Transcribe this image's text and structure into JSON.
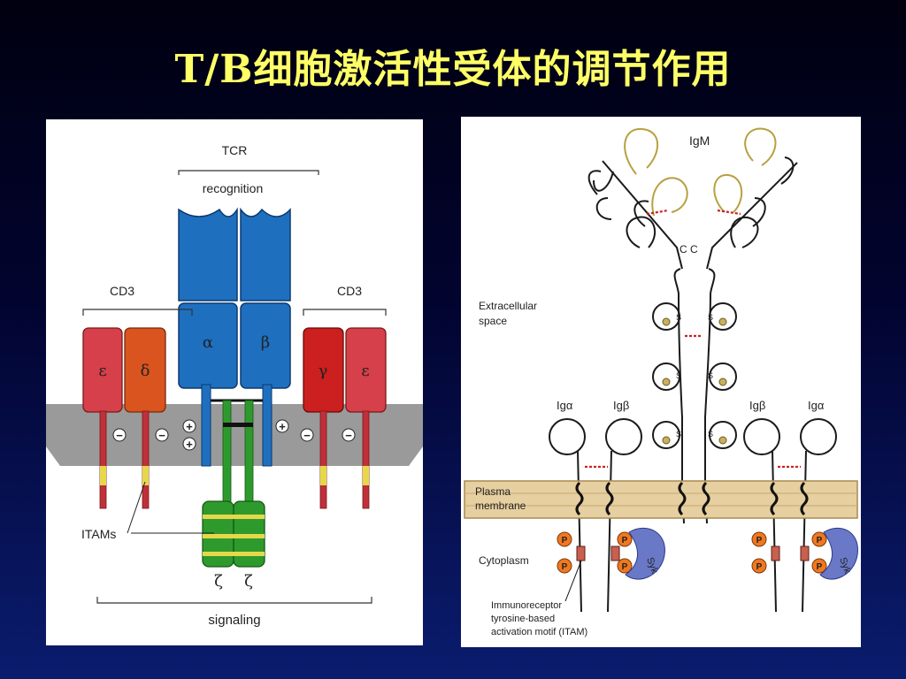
{
  "slide": {
    "title": "T/B细胞激活性受体的调节作用"
  },
  "tcr_diagram": {
    "tcr_label": "TCR",
    "recognition_label": "recognition",
    "cd3_left_label": "CD3",
    "cd3_right_label": "CD3",
    "alpha_label": "α",
    "beta_label": "β",
    "epsilon_left_label": "ε",
    "delta_label": "δ",
    "gamma_label": "γ",
    "epsilon_right_label": "ε",
    "zeta_left_label": "ζ",
    "zeta_right_label": "ζ",
    "itams_label": "ITAMs",
    "signaling_label": "signaling",
    "plus_symbol": "+",
    "minus_symbol": "−",
    "colors": {
      "tcr_blue": "#1f6fbf",
      "cd3_red": "#d6404a",
      "delta_orange": "#d9541e",
      "gamma_red": "#cc1f1f",
      "zeta_green": "#2e9a2e",
      "itam_yellow": "#e6d84a",
      "membrane": "#9a9a9a"
    }
  },
  "bcr_diagram": {
    "igm_label": "IgM",
    "cc_label": "C C",
    "extracellular_label_1": "Extracellular",
    "extracellular_label_2": "space",
    "ig_alpha_left_label": "Igα",
    "ig_beta_left_label": "Igβ",
    "ig_beta_right_label": "Igβ",
    "ig_alpha_right_label": "Igα",
    "plasma_label_1": "Plasma",
    "plasma_label_2": "membrane",
    "cytoplasm_label": "Cytoplasm",
    "itam_label_1": "Immunoreceptor",
    "itam_label_2": "tyrosine-based",
    "itam_label_3": "activation motif (ITAM)",
    "p_label": "P",
    "syk_label": "Syk",
    "s_label": "S",
    "colors": {
      "membrane": "#e6cfa0",
      "phospho": "#f07820",
      "syk": "#6a78c8",
      "disulfide": "#cc2222",
      "light_chain": "#b8a040"
    }
  }
}
